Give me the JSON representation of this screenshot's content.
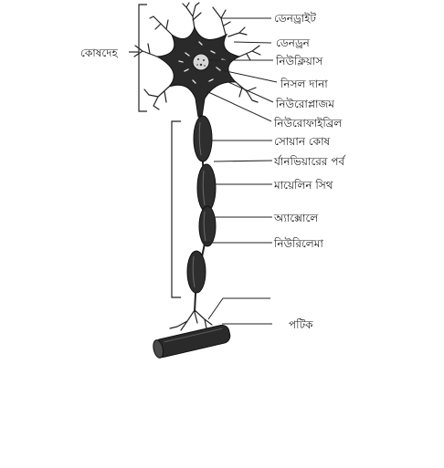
{
  "labels": {
    "cell_body": "কোষদেহ",
    "dendrite": "ডেনড্রাইট",
    "dendron": "ডেনড্রন",
    "nucleus": "নিউক্লিয়াস",
    "nissl": "নিসল দানা",
    "neuroplasm": "নিউরোপ্লাজম",
    "neurofibril": "নিউরোফাইব্রিল",
    "schwann": "সোয়ান কোষ",
    "ranvier": "র্যানভিয়ারের পর্ব",
    "myelin": "মায়েলিন সিথ",
    "axolemma": "অ্যাক্সোলে",
    "neurilemma": "নিউরিলেমা",
    "synaptic": "পটিক"
  },
  "colors": {
    "ink": "#1a1a1a",
    "cell_fill": "#2a2a2a",
    "nucleus_fill": "#d6d6d6",
    "background": "#ffffff"
  }
}
